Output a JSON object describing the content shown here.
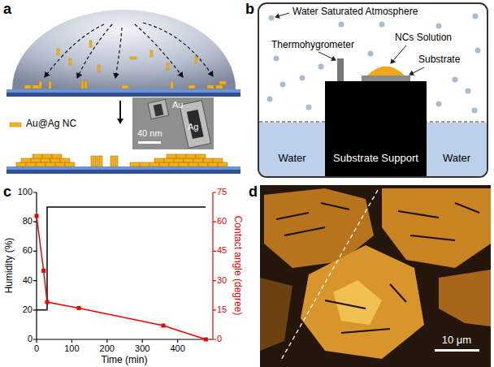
{
  "diagram": {
    "nodes": [
      {
        "text": [
          "Water"
        ]
      },
      {
        "text": [
          "Substrate Support"
        ]
      },
      {
        "text": [
          "Water"
        ]
      }
    ],
    "labels": [
      "a",
      "Au@Ag NC",
      "Au",
      "Ag",
      "40 nm",
      "b",
      "Water Saturated Atmosphere",
      "Thermohygrometer",
      "NCs Solution",
      "Substrate",
      "c",
      "Humidity (%)",
      "0",
      "20",
      "40",
      "60",
      "80",
      "100",
      "Time (min)",
      "0",
      "100",
      "200",
      "300",
      "400",
      "Contact angle (degree)",
      "0",
      "15",
      "30",
      "45",
      "60",
      "75",
      "d",
      "10 μm"
    ]
  }
}
